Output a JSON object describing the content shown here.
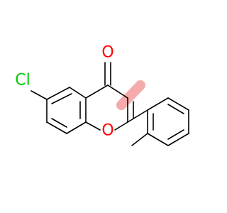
{
  "molecule": {
    "atoms": {
      "chlorine": {
        "label": "Cl",
        "color": "#00cc00"
      },
      "carbonyl_oxygen": {
        "label": "O",
        "color": "#ff0000"
      },
      "ring_oxygen": {
        "label": "O",
        "color": "#ff0000"
      }
    },
    "highlight": {
      "color": "#f4a3a3"
    },
    "bond_color": "#000000"
  }
}
